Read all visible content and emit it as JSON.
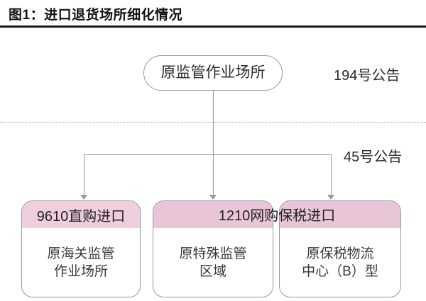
{
  "title": "图1：进口退货场所细化情况",
  "root": {
    "label": "原监管作业场所"
  },
  "annotations": [
    {
      "label": "194号公告"
    },
    {
      "label": "45号公告"
    }
  ],
  "categories": [
    {
      "header": "9610直购进口",
      "body_line_1": "原海关监管",
      "body_line_2": "作业场所"
    },
    {
      "header": "1210网购保税进口",
      "body_line_1": "原特殊监管",
      "body_line_2": "区域"
    },
    {
      "header": "",
      "body_line_1": "原保税物流",
      "body_line_2": "中心（B）型"
    }
  ],
  "band": {
    "label": "1210网购保税进口"
  },
  "colors": {
    "pink_header": "#efcede",
    "pink_header_alt": "#e8c6d8",
    "line": "#9a9a9a",
    "rule": "#1a1a1a",
    "text": "#222222"
  }
}
